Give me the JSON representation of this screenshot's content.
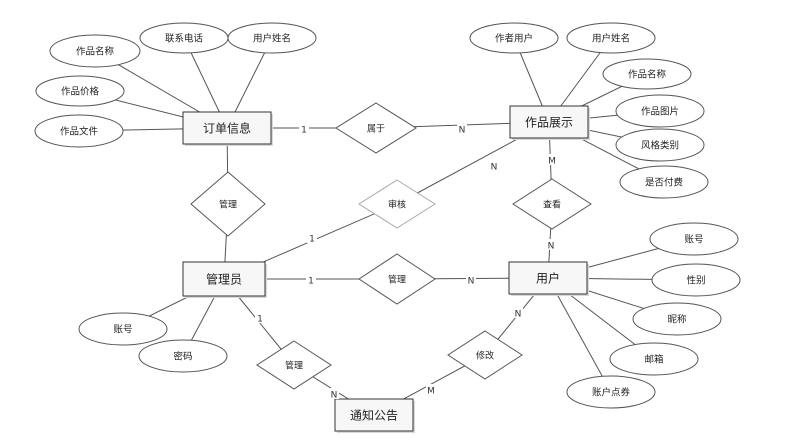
{
  "entities": [
    {
      "id": "order",
      "label": "订单信息"
    },
    {
      "id": "work",
      "label": "作品展示"
    },
    {
      "id": "admin",
      "label": "管理员"
    },
    {
      "id": "user",
      "label": "用户"
    },
    {
      "id": "notice",
      "label": "通知公告"
    }
  ],
  "relationships": [
    {
      "id": "belongs",
      "label": "属于",
      "style": "normal"
    },
    {
      "id": "manage_order",
      "label": "管理",
      "style": "normal"
    },
    {
      "id": "review",
      "label": "审核",
      "style": "muted"
    },
    {
      "id": "view",
      "label": "查看",
      "style": "normal"
    },
    {
      "id": "manage_user",
      "label": "管理",
      "style": "normal"
    },
    {
      "id": "manage_notice",
      "label": "管理",
      "style": "normal"
    },
    {
      "id": "modify",
      "label": "修改",
      "style": "normal"
    }
  ],
  "attributes": [
    {
      "id": "o_name",
      "label": "作品名称",
      "entity": "order"
    },
    {
      "id": "o_phone",
      "label": "联系电话",
      "entity": "order"
    },
    {
      "id": "o_user",
      "label": "用户姓名",
      "entity": "order"
    },
    {
      "id": "o_price",
      "label": "作品价格",
      "entity": "order"
    },
    {
      "id": "o_file",
      "label": "作品文件",
      "entity": "order"
    },
    {
      "id": "w_author",
      "label": "作者用户",
      "entity": "work"
    },
    {
      "id": "w_user",
      "label": "用户姓名",
      "entity": "work"
    },
    {
      "id": "w_name",
      "label": "作品名称",
      "entity": "work"
    },
    {
      "id": "w_img",
      "label": "作品图片",
      "entity": "work"
    },
    {
      "id": "w_style",
      "label": "风格类别",
      "entity": "work"
    },
    {
      "id": "w_paid",
      "label": "是否付费",
      "entity": "work"
    },
    {
      "id": "u_acc",
      "label": "账号",
      "entity": "user"
    },
    {
      "id": "u_gender",
      "label": "性别",
      "entity": "user"
    },
    {
      "id": "u_nick",
      "label": "昵称",
      "entity": "user"
    },
    {
      "id": "u_mail",
      "label": "邮箱",
      "entity": "user"
    },
    {
      "id": "u_points",
      "label": "账户点券",
      "entity": "user"
    },
    {
      "id": "a_acc",
      "label": "账号",
      "entity": "admin"
    },
    {
      "id": "a_pwd",
      "label": "密码",
      "entity": "admin"
    }
  ],
  "cardinalities": [
    {
      "id": "c1",
      "label": "1"
    },
    {
      "id": "c2",
      "label": "N"
    },
    {
      "id": "c3",
      "label": "N"
    },
    {
      "id": "c4",
      "label": "1"
    },
    {
      "id": "c5",
      "label": "M"
    },
    {
      "id": "c6",
      "label": "N"
    },
    {
      "id": "c7",
      "label": "1"
    },
    {
      "id": "c8",
      "label": "N"
    },
    {
      "id": "c9",
      "label": "1"
    },
    {
      "id": "c10",
      "label": "N"
    },
    {
      "id": "c11",
      "label": "N"
    },
    {
      "id": "c12",
      "label": "M"
    }
  ],
  "colors": {
    "line": "#555555",
    "entity_fill": "#f7f7f7",
    "entity_stroke": "#333333",
    "shape_fill": "#ffffff",
    "muted_stroke": "#aaaaaa",
    "muted_text": "#666666"
  }
}
